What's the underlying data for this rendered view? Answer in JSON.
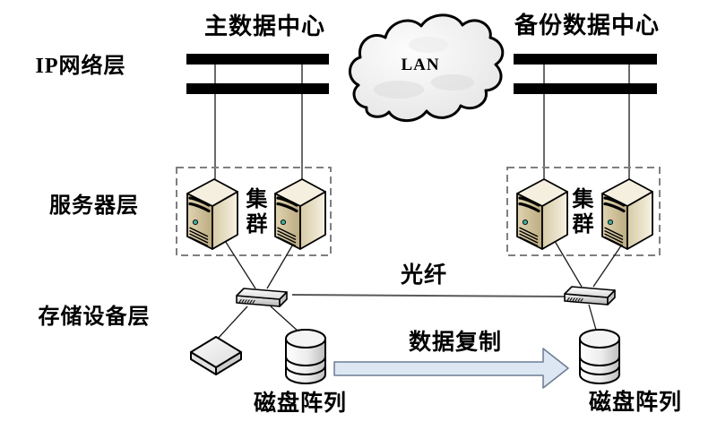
{
  "diagram": {
    "title_left": "主数据中心",
    "title_right": "备份数据中心",
    "layer_labels": {
      "network": "IP网络层",
      "servers": "服务器层",
      "storage": "存储设备层"
    },
    "cloud": {
      "label": "LAN"
    },
    "cluster_label": "集群",
    "fiber_label": "光纤",
    "replication_label": "数据复制",
    "disk_array_label": "磁盘阵列",
    "colors": {
      "bus_bar": "#000000",
      "dashed_box": "#7f7f7f",
      "server_front": "#cdbc92",
      "server_body": "#efe8d2",
      "server_led": "#3fae9e",
      "replication_arrow_fill": "#dde7f3",
      "replication_arrow_stroke": "#6b7b95",
      "fiber_line": "#595959"
    }
  }
}
